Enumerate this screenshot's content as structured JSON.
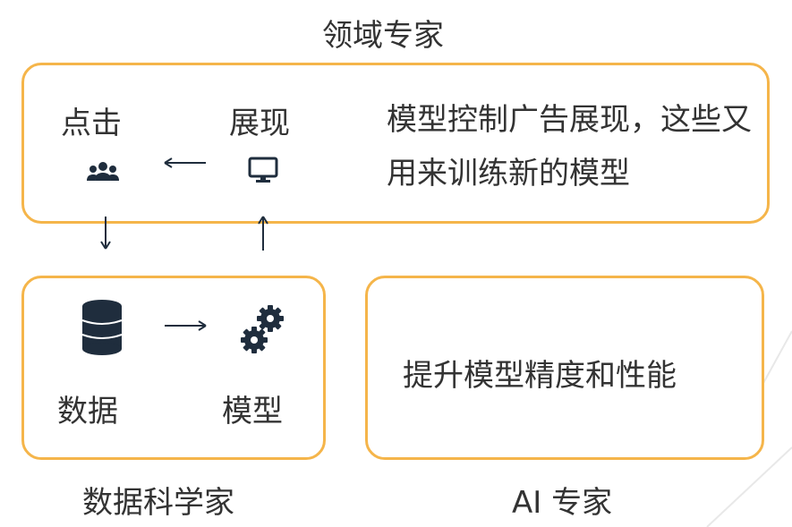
{
  "top": {
    "title": "领域专家",
    "left_label_1": "点击",
    "left_label_2": "展现",
    "description": "模型控制广告展现，这些又用来训练新的模型"
  },
  "bottom_left": {
    "label_data": "数据",
    "label_model": "模型",
    "caption": "数据科学家"
  },
  "bottom_right": {
    "text": "提升模型精度和性能",
    "caption": "AI 专家"
  },
  "colors": {
    "border": "#f5b54a",
    "icon": "#1f2d3d",
    "text": "#333333"
  },
  "icons": {
    "users": "users-icon",
    "monitor": "monitor-icon",
    "database": "database-icon",
    "gears": "gears-icon"
  }
}
